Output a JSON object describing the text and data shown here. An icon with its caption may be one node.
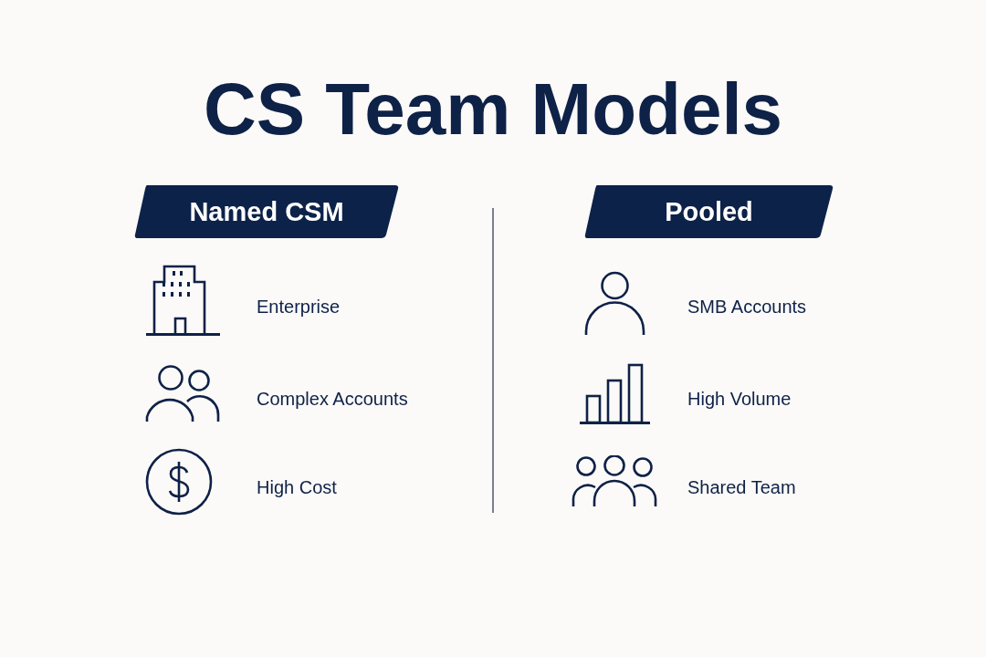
{
  "diagram": {
    "title": "CS Team Models",
    "nodes": [
      {
        "text": [
          "Named CSM"
        ]
      },
      {
        "text": [
          "Pooled"
        ]
      }
    ],
    "labels": [
      "Enterprise",
      "Complex Accounts",
      "High Cost",
      "SMB Accounts",
      "High Volume",
      "Shared Team"
    ]
  }
}
